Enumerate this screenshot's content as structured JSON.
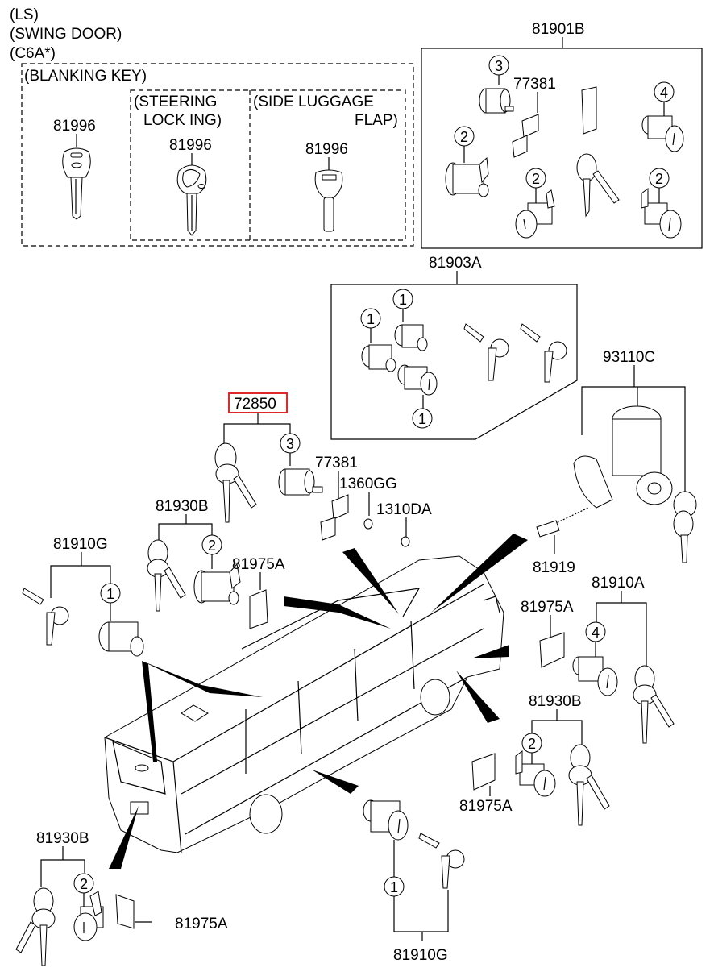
{
  "header_notes": [
    "(LS)",
    "(SWING DOOR)",
    "(C6A*)"
  ],
  "blanking_key_group": {
    "title": "(BLANKING KEY)",
    "sub_groups": [
      {
        "title_line1": "",
        "title_line2": "",
        "part_no": "81996"
      },
      {
        "title_line1": "(STEERING",
        "title_line2": "LOCK  ING)",
        "part_no": "81996"
      },
      {
        "title_line1": "(SIDE LUGGAGE",
        "title_line2": "FLAP)",
        "part_no": "81996"
      }
    ]
  },
  "kit_81901B": {
    "part_no": "81901B",
    "inner_label": "77381",
    "callouts": [
      "3",
      "2",
      "2",
      "4",
      "2"
    ]
  },
  "kit_81903A": {
    "part_no": "81903A",
    "callouts": [
      "1",
      "1",
      "1"
    ]
  },
  "ignition": {
    "part_no": "93110C",
    "sub_part": "81919"
  },
  "highlighted_part": {
    "part_no": "72850",
    "callout": "3",
    "highlight_color": "#e0282a"
  },
  "labels": {
    "p77381": "77381",
    "p1360GG": "1360GG",
    "p1310DA": "1310DA",
    "p81930B_top": "81930B",
    "p81930B_top_callout": "2",
    "p81975A_top": "81975A",
    "p81910G_left": "81910G",
    "p81910G_left_callout": "1",
    "p81975A_right": "81975A",
    "p81910A": "81910A",
    "p81910A_callout": "4",
    "p81930B_right": "81930B",
    "p81930B_right_callout": "2",
    "p81975A_mid": "81975A",
    "p81930B_bottom": "81930B",
    "p81930B_bottom_callout": "2",
    "p81975A_bottom": "81975A",
    "p81910G_bottom": "81910G",
    "p81910G_bottom_callout": "1"
  }
}
